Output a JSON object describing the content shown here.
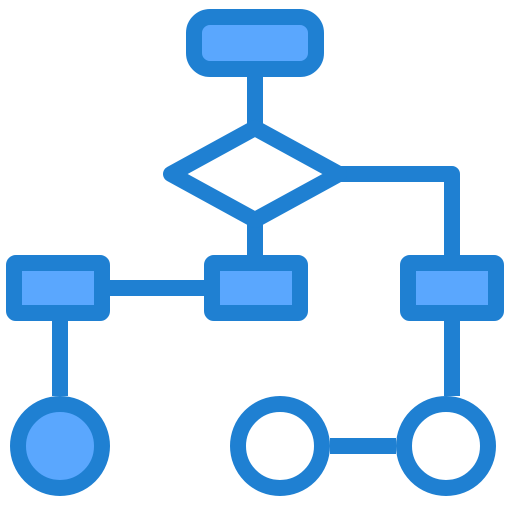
{
  "icon": {
    "name": "flowchart-icon",
    "colors": {
      "stroke": "#1f80d2",
      "fill": "#5aa7fe",
      "hollow": "#ffffff",
      "background": "#ffffff"
    },
    "nodes": [
      {
        "id": "start-terminal",
        "shape": "rounded-rect",
        "filled": true
      },
      {
        "id": "decision",
        "shape": "diamond",
        "filled": false
      },
      {
        "id": "process-left",
        "shape": "rect",
        "filled": true
      },
      {
        "id": "process-center",
        "shape": "rect",
        "filled": true
      },
      {
        "id": "process-right",
        "shape": "rect",
        "filled": true
      },
      {
        "id": "end-left",
        "shape": "circle",
        "filled": true
      },
      {
        "id": "end-center",
        "shape": "circle",
        "filled": false
      },
      {
        "id": "end-right",
        "shape": "circle",
        "filled": false
      }
    ],
    "edges": [
      [
        "start-terminal",
        "decision"
      ],
      [
        "decision",
        "process-center"
      ],
      [
        "decision",
        "process-right"
      ],
      [
        "process-left",
        "process-center"
      ],
      [
        "process-left",
        "end-left"
      ],
      [
        "process-right",
        "end-right"
      ],
      [
        "end-center",
        "end-right"
      ]
    ]
  }
}
